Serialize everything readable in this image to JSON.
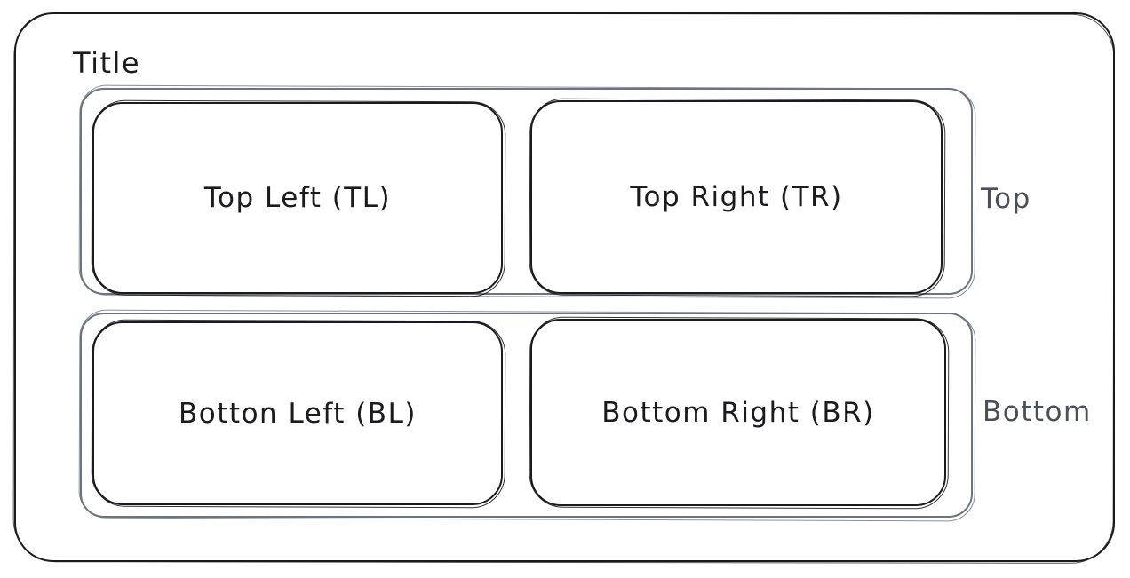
{
  "diagram": {
    "title": "Title",
    "groups": [
      {
        "id": "top",
        "label": "Top",
        "boxes": [
          {
            "id": "TL",
            "label": "Top Left (TL)"
          },
          {
            "id": "TR",
            "label": "Top Right (TR)"
          }
        ]
      },
      {
        "id": "bottom",
        "label": "Bottom",
        "boxes": [
          {
            "id": "BL",
            "label": "Botton Left (BL)"
          },
          {
            "id": "BR",
            "label": "Bottom Right (BR)"
          }
        ]
      }
    ],
    "style": {
      "shape_stroke": "#1b1b1f",
      "group_stroke": "#6b7480",
      "group_label_color": "#495057",
      "background": "#ffffff"
    }
  }
}
